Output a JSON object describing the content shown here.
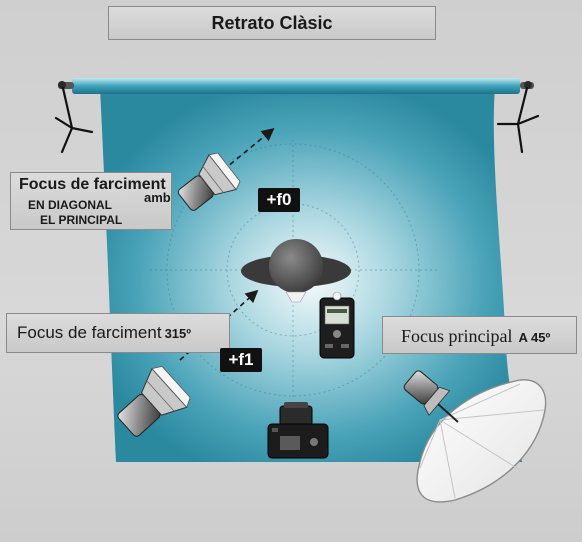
{
  "title": "Retrato Clàsic",
  "labels": {
    "fill_diagonal": {
      "main": "Focus de farciment",
      "suffix": "amb",
      "line2": "EN DIAGONAL",
      "line3": "EL PRINCIPAL"
    },
    "fill_315": {
      "main": "Focus de farciment",
      "angle": "315º"
    },
    "main_light": {
      "main": "Focus principal",
      "angle": "A 45º"
    }
  },
  "stops": {
    "diagonal": "+f0",
    "fill_315": "+f1"
  },
  "colors": {
    "backdrop": "#2e90a6",
    "backdrop_center": "#f4fafb",
    "stage_floor": "#d3d3d3",
    "badge": "#111111"
  },
  "icons": [
    "softbox-light-icon",
    "umbrella-light-icon",
    "camera-icon",
    "light-meter-icon",
    "light-stand-icon",
    "subject-icon"
  ]
}
